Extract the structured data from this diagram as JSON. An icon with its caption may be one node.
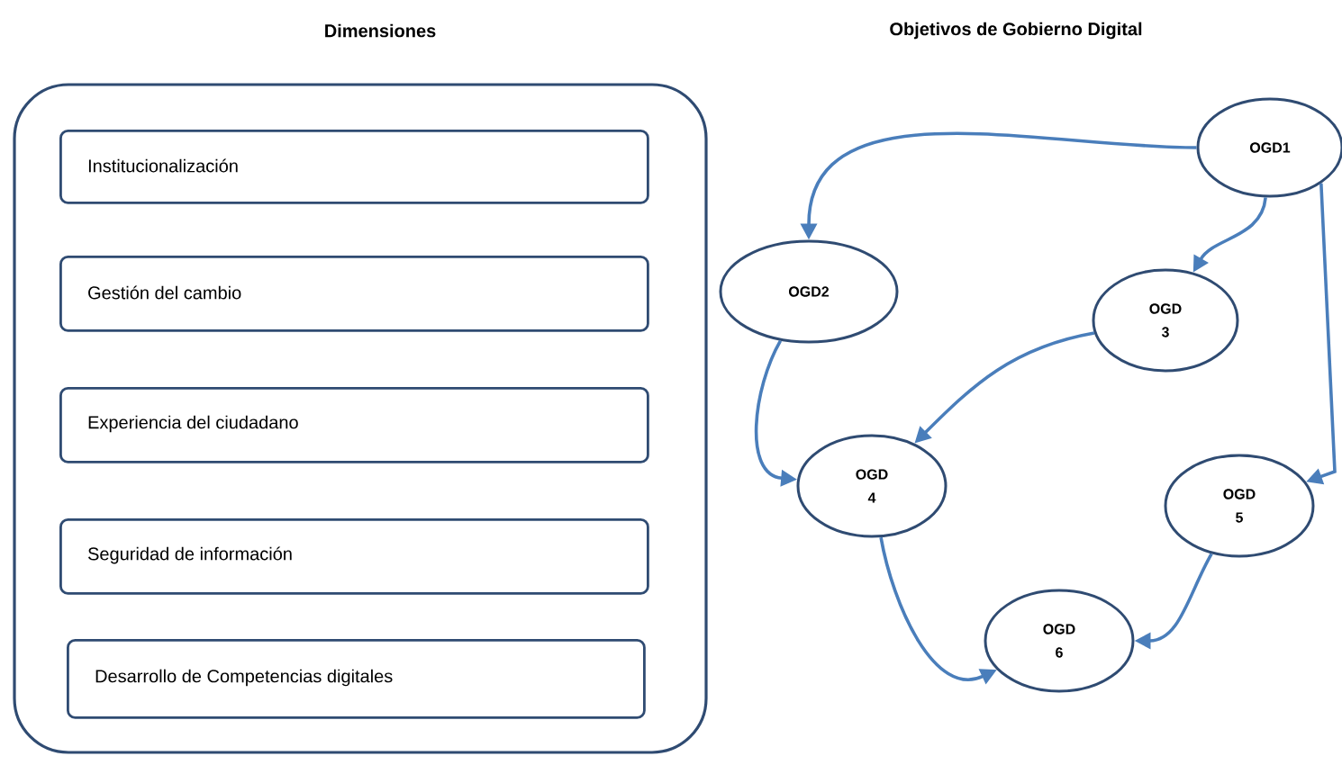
{
  "diagram": {
    "nodes": [
      {
        "text": [
          "Dimensiones"
        ]
      },
      {
        "text": [
          "Institucionalización"
        ],
        "in": 0
      },
      {
        "text": [
          "Gestión del cambio"
        ],
        "in": 0
      },
      {
        "text": [
          "Experiencia del ciudadano"
        ],
        "in": 0
      },
      {
        "text": [
          "Seguridad de información"
        ],
        "in": 0
      },
      {
        "text": [
          "Desarrollo de Competencias digitales"
        ],
        "in": 0
      },
      {
        "text": [
          "OGD1"
        ]
      },
      {
        "text": [
          "OGD2"
        ]
      },
      {
        "text": [
          "OGD 3"
        ]
      },
      {
        "text": [
          "OGD 4"
        ]
      },
      {
        "text": [
          "OGD 5"
        ]
      },
      {
        "text": [
          "OGD 6"
        ]
      }
    ],
    "edges": [
      {
        "from": 6,
        "to": 7,
        "arrow": "to"
      },
      {
        "from": 6,
        "to": 8,
        "arrow": "to"
      },
      {
        "from": 8,
        "to": 9,
        "arrow": "to"
      },
      {
        "from": 7,
        "to": 9,
        "arrow": "to"
      },
      {
        "from": 6,
        "to": 10,
        "arrow": "to"
      },
      {
        "from": 9,
        "to": 11,
        "arrow": "to"
      },
      {
        "from": 10,
        "to": 11,
        "arrow": "to"
      }
    ],
    "labels": [
      "Objetivos de Gobierno Digital"
    ]
  }
}
